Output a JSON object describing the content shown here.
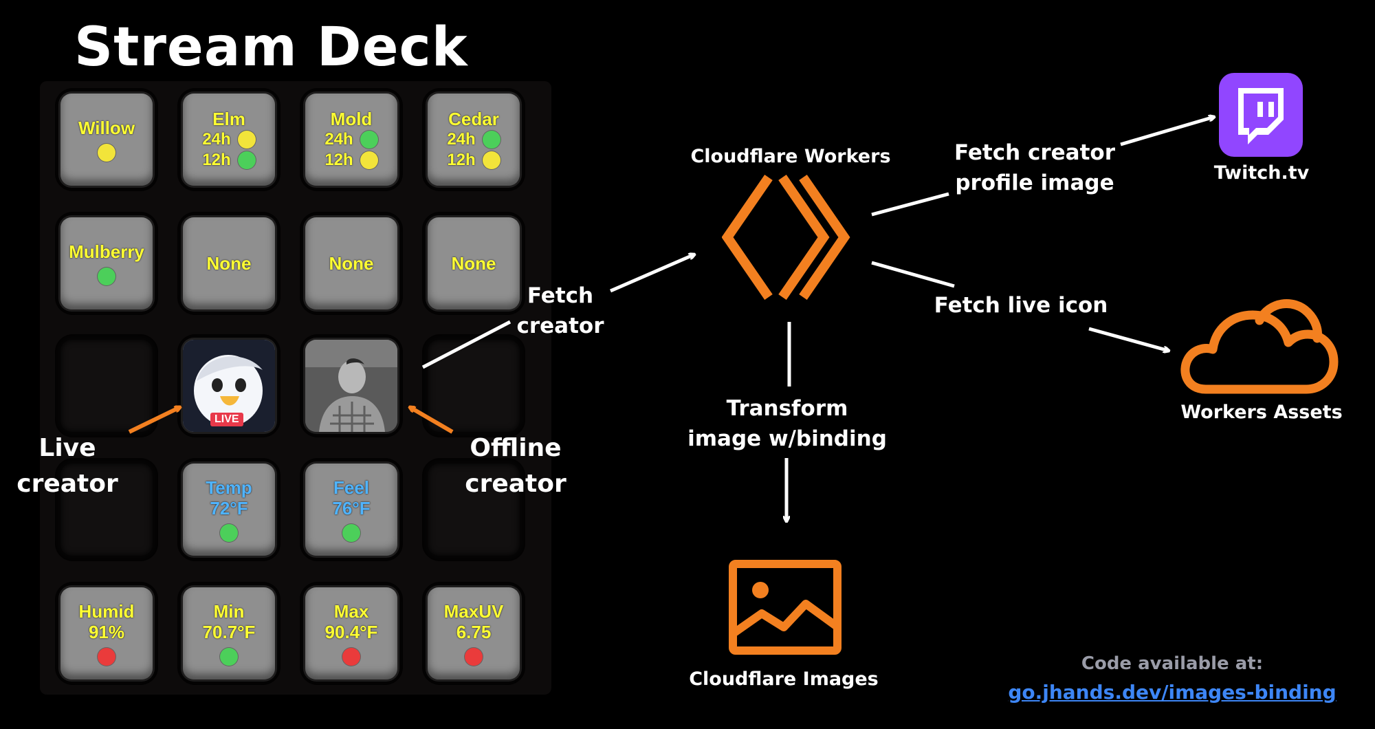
{
  "title": "Stream Deck",
  "keys": [
    {
      "id": "willow",
      "lines": [
        "Willow"
      ],
      "dots": [
        "#f2e43a"
      ]
    },
    {
      "id": "elm",
      "lines": [
        "Elm"
      ],
      "rows": [
        {
          "t": "24h",
          "c": "#f2e43a"
        },
        {
          "t": "12h",
          "c": "#4ccf5a"
        }
      ]
    },
    {
      "id": "mold",
      "lines": [
        "Mold"
      ],
      "rows": [
        {
          "t": "24h",
          "c": "#4ccf5a"
        },
        {
          "t": "12h",
          "c": "#f2e43a"
        }
      ]
    },
    {
      "id": "cedar",
      "lines": [
        "Cedar"
      ],
      "rows": [
        {
          "t": "24h",
          "c": "#4ccf5a"
        },
        {
          "t": "12h",
          "c": "#f2e43a"
        }
      ]
    },
    {
      "id": "mulberry",
      "lines": [
        "Mulberry"
      ],
      "dots": [
        "#4ccf5a"
      ]
    },
    {
      "id": "none1",
      "lines": [
        "None"
      ]
    },
    {
      "id": "none2",
      "lines": [
        "None"
      ]
    },
    {
      "id": "none3",
      "lines": [
        "None"
      ]
    },
    {
      "id": "blank1",
      "blank": true
    },
    {
      "id": "live-creator",
      "image": "live"
    },
    {
      "id": "offline-creator",
      "image": "offline"
    },
    {
      "id": "blank2",
      "blank": true
    },
    {
      "id": "blank3",
      "blank": true
    },
    {
      "id": "temp",
      "blue": true,
      "lines": [
        "Temp",
        "72°F"
      ],
      "dots": [
        "#4ccf5a"
      ]
    },
    {
      "id": "feel",
      "blue": true,
      "lines": [
        "Feel",
        "76°F"
      ],
      "dots": [
        "#4ccf5a"
      ]
    },
    {
      "id": "blank4",
      "blank": true
    },
    {
      "id": "humid",
      "lines": [
        "Humid",
        "91%"
      ],
      "dots": [
        "#ea3b3b"
      ]
    },
    {
      "id": "min",
      "lines": [
        "Min",
        "70.7°F"
      ],
      "dots": [
        "#4ccf5a"
      ]
    },
    {
      "id": "max",
      "lines": [
        "Max",
        "90.4°F"
      ],
      "dots": [
        "#ea3b3b"
      ]
    },
    {
      "id": "maxuv",
      "lines": [
        "MaxUV",
        "6.75"
      ],
      "dots": [
        "#ea3b3b"
      ]
    }
  ],
  "live_badge": "LIVE",
  "annotations": {
    "live_creator": "Live\ncreator",
    "offline_creator": "Offline\ncreator",
    "fetch_creator": "Fetch\ncreator"
  },
  "nodes": {
    "workers": "Cloudflare Workers",
    "twitch": "Twitch.tv",
    "assets": "Workers Assets",
    "images": "Cloudflare Images"
  },
  "edges": {
    "fetch_profile": "Fetch creator\nprofile image",
    "fetch_live_icon": "Fetch live icon",
    "transform": "Transform\nimage w/binding"
  },
  "footer": {
    "code_label": "Code available at:",
    "code_link": "go.jhands.dev/images-binding"
  },
  "colors": {
    "background": "#000000",
    "orange": "#f38020",
    "twitch_purple": "#9146ff",
    "link_blue": "#3d86f6"
  }
}
